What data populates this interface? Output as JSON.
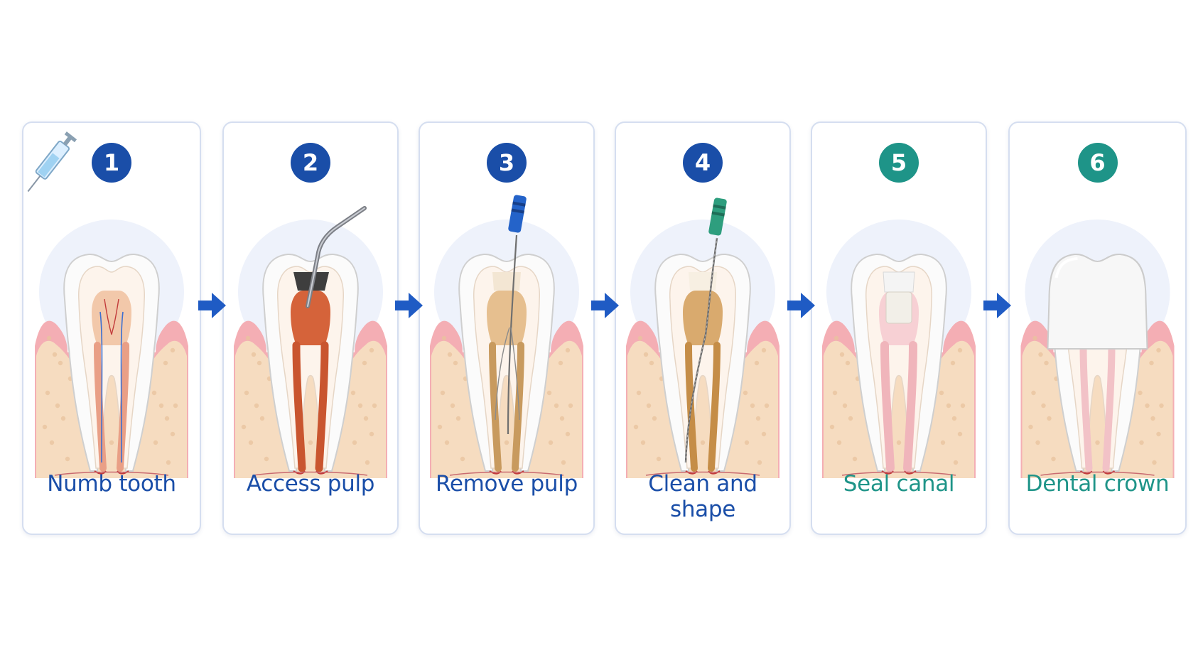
{
  "steps": [
    {
      "number": "1",
      "label": "Numb tooth",
      "badge_color": "#1a4ea8",
      "label_color": "#1a4ea8",
      "tool": "syringe-icon"
    },
    {
      "number": "2",
      "label": "Access pulp",
      "badge_color": "#1a4ea8",
      "label_color": "#1a4ea8",
      "tool": "dental-drill-icon"
    },
    {
      "number": "3",
      "label": "Remove pulp",
      "badge_color": "#1a4ea8",
      "label_color": "#1a4ea8",
      "tool": "blue-endodontic-file-icon"
    },
    {
      "number": "4",
      "label": "Clean and shape",
      "badge_color": "#1a4ea8",
      "label_color": "#1a4ea8",
      "tool": "green-endodontic-file-icon"
    },
    {
      "number": "5",
      "label": "Seal canal",
      "badge_color": "#1e9488",
      "label_color": "#1e9488",
      "tool": "sealed-canal-icon"
    },
    {
      "number": "6",
      "label": "Dental crown",
      "badge_color": "#1e9488",
      "label_color": "#1e9488",
      "tool": "crown-icon"
    }
  ],
  "arrow_color": "#1f5bc4",
  "colors": {
    "enamel": "#fbfbfb",
    "gum": "#f4aeb4",
    "bone": "#f6dcc0",
    "pulp": "#f2c8aa",
    "inflamed_pulp": "#d5633a",
    "cleaned_canal": "#d9ac73",
    "sealed_canal": "#f7d0d4"
  }
}
